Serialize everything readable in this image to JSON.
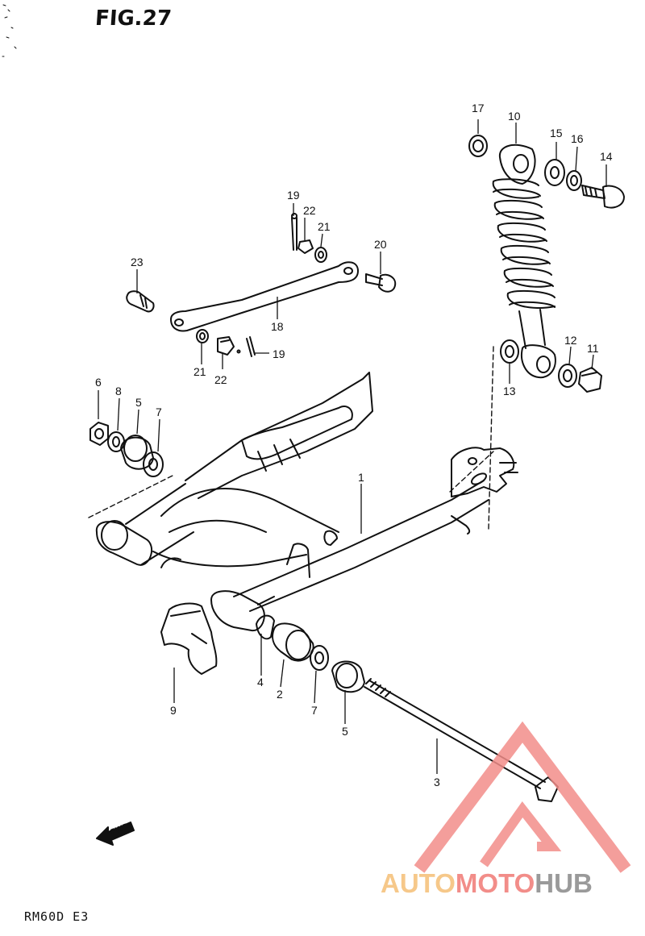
{
  "header": {
    "figure": "FIG.27"
  },
  "footer": {
    "model": "RM60D  E3"
  },
  "fwd": {
    "text": "FWD"
  },
  "watermark": {
    "part1": "AUTO",
    "part2": "MOTO",
    "part3": "HUB",
    "colors": {
      "auto": "#f6c88a",
      "moto": "#f28d89",
      "hub": "#9a9a9a",
      "triangle": "#f28d89"
    }
  },
  "callouts": [
    {
      "id": "callout-17",
      "text": "17"
    },
    {
      "id": "callout-10",
      "text": "10"
    },
    {
      "id": "callout-15",
      "text": "15"
    },
    {
      "id": "callout-16",
      "text": "16"
    },
    {
      "id": "callout-14",
      "text": "14"
    },
    {
      "id": "callout-19-top",
      "text": "19"
    },
    {
      "id": "callout-22-top",
      "text": "22"
    },
    {
      "id": "callout-21-top",
      "text": "21"
    },
    {
      "id": "callout-20",
      "text": "20"
    },
    {
      "id": "callout-23",
      "text": "23"
    },
    {
      "id": "callout-18",
      "text": "18"
    },
    {
      "id": "callout-21-bottom",
      "text": "21"
    },
    {
      "id": "callout-22-bottom",
      "text": "22"
    },
    {
      "id": "callout-19-bottom",
      "text": "19"
    },
    {
      "id": "callout-12",
      "text": "12"
    },
    {
      "id": "callout-11",
      "text": "11"
    },
    {
      "id": "callout-13",
      "text": "13"
    },
    {
      "id": "callout-6",
      "text": "6"
    },
    {
      "id": "callout-8",
      "text": "8"
    },
    {
      "id": "callout-5-top",
      "text": "5"
    },
    {
      "id": "callout-7-top",
      "text": "7"
    },
    {
      "id": "callout-1",
      "text": "1"
    },
    {
      "id": "callout-4",
      "text": "4"
    },
    {
      "id": "callout-2",
      "text": "2"
    },
    {
      "id": "callout-7-bottom",
      "text": "7"
    },
    {
      "id": "callout-5-bottom",
      "text": "5"
    },
    {
      "id": "callout-9",
      "text": "9"
    },
    {
      "id": "callout-3",
      "text": "3"
    }
  ]
}
